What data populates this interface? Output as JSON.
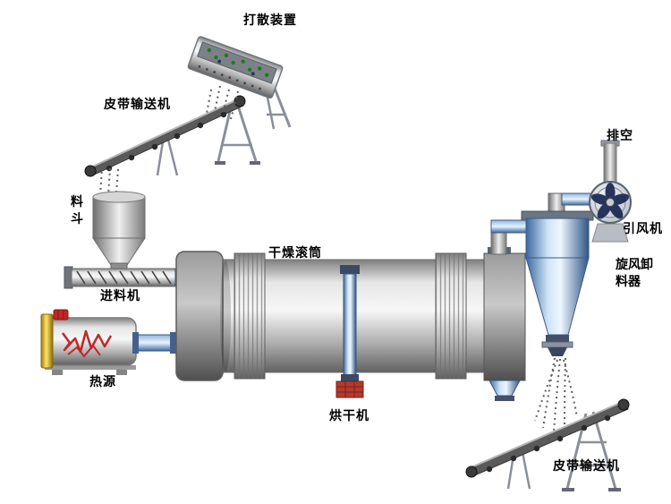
{
  "labels": {
    "scatter_device": "打散装置",
    "belt_conveyor_top": "皮带输送机",
    "hopper": "料斗",
    "feeder": "进料机",
    "heat_source": "热源",
    "drying_drum": "干燥滚筒",
    "dryer": "烘干机",
    "vent": "排空",
    "induced_draft_fan": "引风机",
    "cyclone_discharger": "旋风卸料器",
    "belt_conveyor_bottom": "皮带输送机"
  },
  "colors": {
    "pipe_blue": "#3c6aa0",
    "cyclone_blue": "#bcd9f2",
    "heat_yellow": "#ffe469",
    "flame_red": "#c02828",
    "particle_green": "#1e7a1e",
    "metal_gray": "#bdbdbd"
  }
}
